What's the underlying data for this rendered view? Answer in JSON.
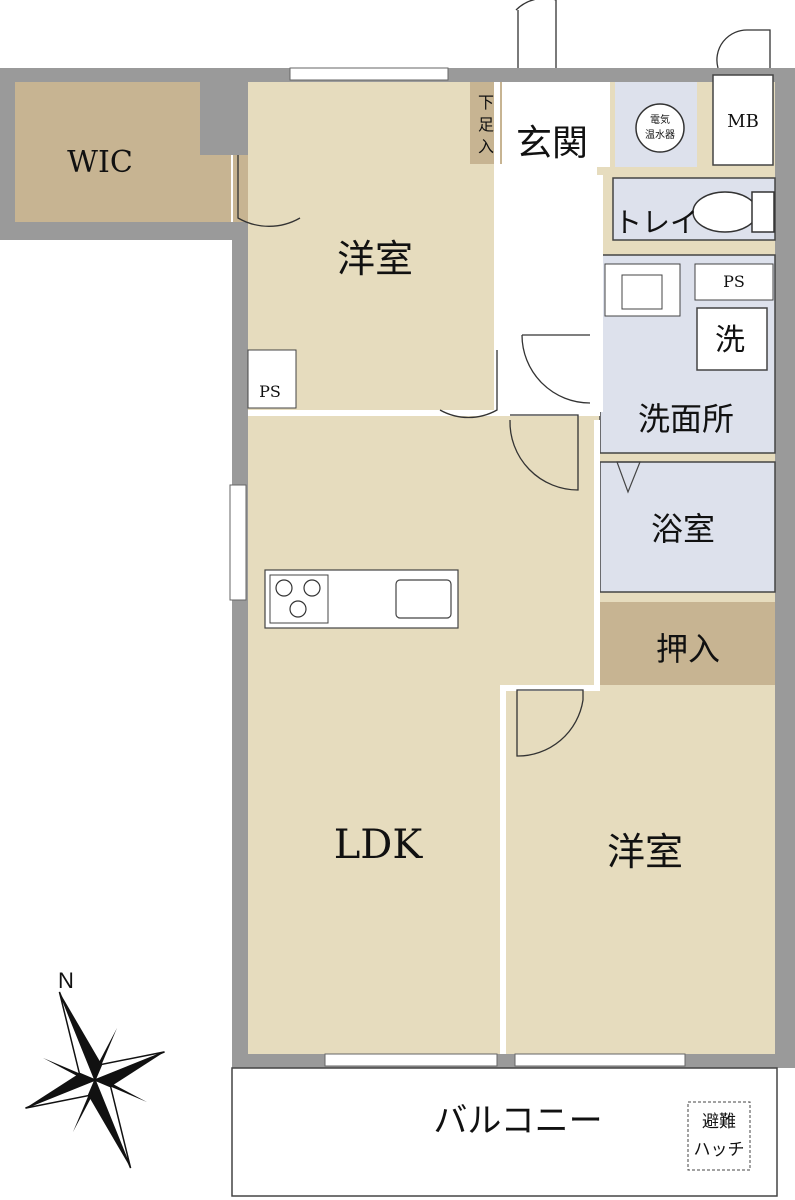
{
  "rooms": {
    "wic": "WIC",
    "bedroom_north": "洋室",
    "bedroom_south": "洋室",
    "ldk": "LDK",
    "entrance": "玄関",
    "shoe_closet": "下足入",
    "water_heater": "電気温水器",
    "mb": "MB",
    "toilet": "トレイ",
    "ps_washroom": "PS",
    "ps_bedroom": "PS",
    "washer": "洗",
    "washroom": "洗面所",
    "bathroom": "浴室",
    "closet": "押入",
    "balcony": "バルコニー",
    "escape_hatch": "避難ハッチ"
  },
  "compass": {
    "north_label": "N"
  },
  "colors": {
    "wall": "#9a9a9a",
    "room_tan": "#e6dcbe",
    "storage_brown": "#c7b492",
    "wet_area": "#dde1ec",
    "background": "#ffffff"
  }
}
